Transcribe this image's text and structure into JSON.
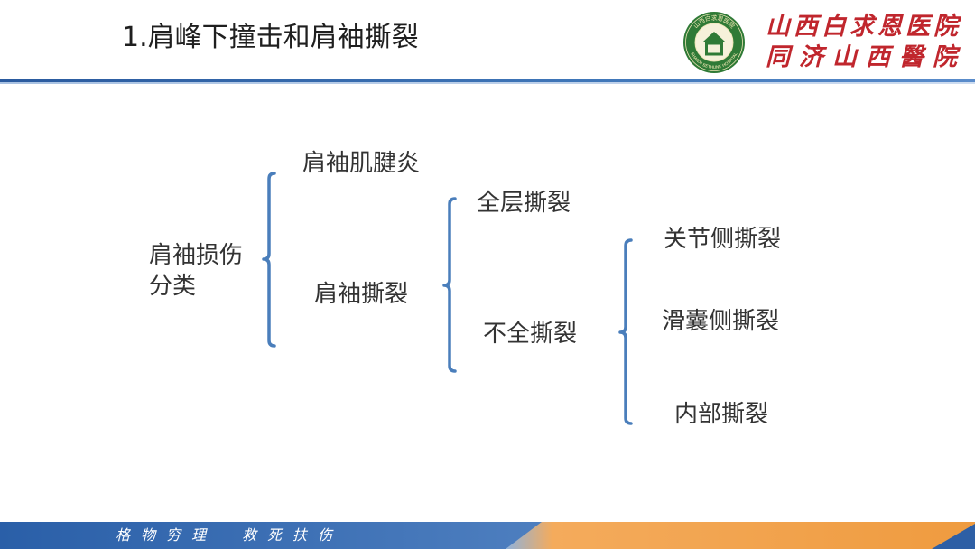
{
  "slide": {
    "title": "1.肩峰下撞击和肩袖撕裂"
  },
  "logo": {
    "seal_text_cn": "山西白求恩医院",
    "seal_text_en": "SHANXI BETHUNE HOSPITAL",
    "name_line_1": "山西白求恩医院",
    "name_line_2": "同济山西醫院",
    "name_color": "#c0262d",
    "seal_color": "#2f7a36"
  },
  "tree": {
    "root": {
      "line_1": "肩袖损伤",
      "line_2": "分类"
    },
    "level_1": [
      "肩袖肌腱炎",
      "肩袖撕裂"
    ],
    "level_2": [
      "全层撕裂",
      "不全撕裂"
    ],
    "level_3": [
      "关节侧撕裂",
      "滑囊侧撕裂",
      "内部撕裂"
    ],
    "bracket_color": "#4a7ebb"
  },
  "footer": {
    "motto_1": "格物穷理",
    "motto_2": "救死扶伤",
    "left_color": "#2a5fa8",
    "right_color": "#f2a24a"
  }
}
